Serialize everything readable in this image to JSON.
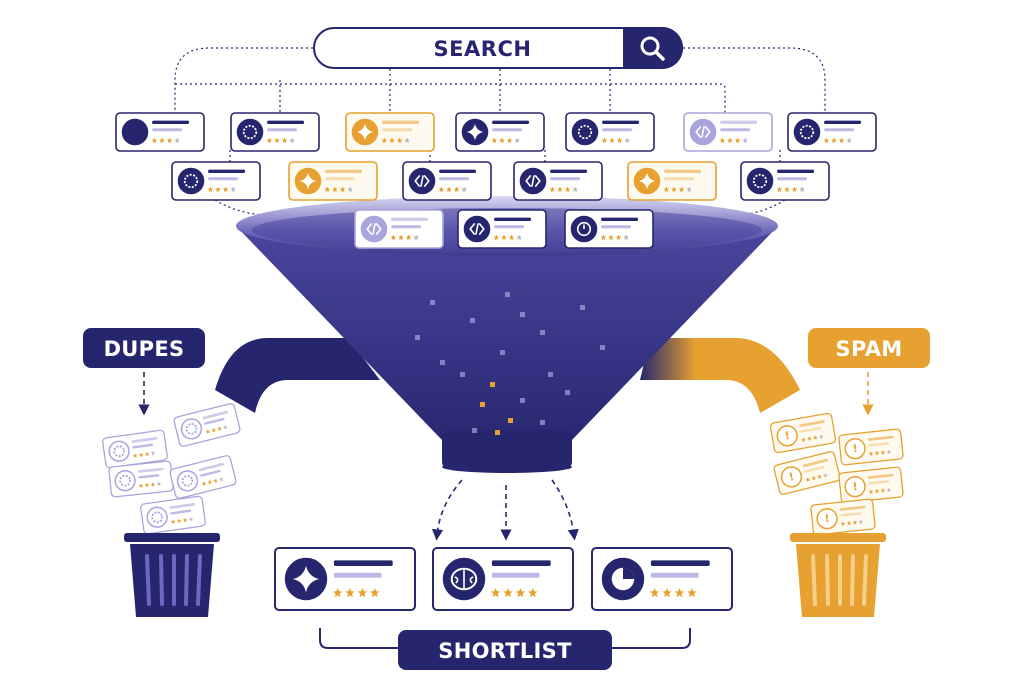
{
  "search": {
    "label": "SEARCH"
  },
  "labels": {
    "dupes": "DUPES",
    "spam": "SPAM",
    "shortlist": "SHORTLIST"
  },
  "colors": {
    "navy": "#26266e",
    "lavender": "#a9a4dc",
    "orange": "#e6a130",
    "star_orange": "#e6a130",
    "star_gray": "#b8b8c8"
  },
  "search_results": [
    {
      "icon": "circle-icon",
      "tone": "navy",
      "stars": 3
    },
    {
      "icon": "badge-icon",
      "tone": "navy",
      "stars": 3
    },
    {
      "icon": "star-burst-icon",
      "tone": "orange",
      "stars": 3
    },
    {
      "icon": "sparkle-icon",
      "tone": "navy",
      "stars": 3
    },
    {
      "icon": "badge-icon",
      "tone": "navy",
      "stars": 3
    },
    {
      "icon": "code-icon",
      "tone": "light",
      "stars": 3
    },
    {
      "icon": "badge-icon",
      "tone": "navy",
      "stars": 3
    },
    {
      "icon": "badge-icon",
      "tone": "navy",
      "stars": 3
    },
    {
      "icon": "sparkle-icon",
      "tone": "orange",
      "stars": 3
    },
    {
      "icon": "code-icon",
      "tone": "navy",
      "stars": 3
    },
    {
      "icon": "code-icon",
      "tone": "navy",
      "stars": 3
    },
    {
      "icon": "star-burst-icon",
      "tone": "orange",
      "stars": 3
    },
    {
      "icon": "badge-icon",
      "tone": "navy",
      "stars": 3
    },
    {
      "icon": "code-icon",
      "tone": "light",
      "stars": 3
    },
    {
      "icon": "code-icon",
      "tone": "navy",
      "stars": 3
    },
    {
      "icon": "clock-icon",
      "tone": "navy",
      "stars": 3
    }
  ],
  "dupes_cards": 5,
  "spam_cards": 5,
  "shortlist": [
    {
      "icon": "sparkle-icon",
      "stars": 4
    },
    {
      "icon": "brain-icon",
      "stars": 4
    },
    {
      "icon": "pie-chart-icon",
      "stars": 4
    }
  ]
}
